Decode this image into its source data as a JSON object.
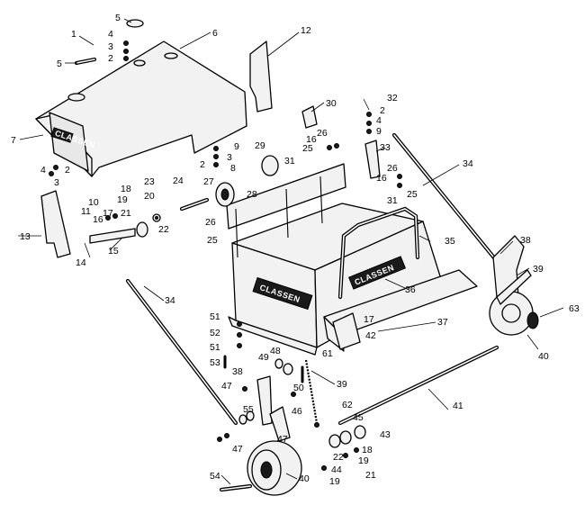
{
  "figure": {
    "brand_text": "CLASSEN",
    "brand_text_alt": "CLASSEN",
    "logo_text": "CLASSEN"
  },
  "callouts": {
    "c1": "1",
    "c2a": "2",
    "c2b": "2",
    "c2c": "2",
    "c2d": "2",
    "c3a": "3",
    "c3b": "3",
    "c4a": "4",
    "c4b": "4",
    "c4c": "4",
    "c5a": "5",
    "c5b": "5",
    "c6": "6",
    "c7": "7",
    "c8": "8",
    "c9a": "9",
    "c9b": "9",
    "c10": "10",
    "c11": "11",
    "c12": "12",
    "c13": "13",
    "c14": "14",
    "c15": "15",
    "c16a": "16",
    "c16b": "16",
    "c16c": "16",
    "c17a": "17",
    "c17b": "17",
    "c18a": "18",
    "c18b": "18",
    "c19a": "19",
    "c19b": "19",
    "c19c": "19",
    "c20": "20",
    "c21a": "21",
    "c21b": "21",
    "c22a": "22",
    "c22b": "22",
    "c23": "23",
    "c24": "24",
    "c25a": "25",
    "c25b": "25",
    "c25c": "25",
    "c26a": "26",
    "c26b": "26",
    "c26c": "26",
    "c27": "27",
    "c28": "28",
    "c29": "29",
    "c30": "30",
    "c31a": "31",
    "c31b": "31",
    "c32": "32",
    "c33": "33",
    "c34a": "34",
    "c34b": "34",
    "c35": "35",
    "c36": "36",
    "c37": "37",
    "c38a": "38",
    "c38b": "38",
    "c39a": "39",
    "c39b": "39",
    "c40a": "40",
    "c40b": "40",
    "c41": "41",
    "c42": "42",
    "c43": "43",
    "c44": "44",
    "c45": "45",
    "c46": "46",
    "c47a": "47",
    "c47b": "47",
    "c47c": "47",
    "c48": "48",
    "c49": "49",
    "c50": "50",
    "c51a": "51",
    "c51b": "51",
    "c52": "52",
    "c53": "53",
    "c54": "54",
    "c55": "55",
    "c61": "61",
    "c62": "62",
    "c63": "63"
  }
}
